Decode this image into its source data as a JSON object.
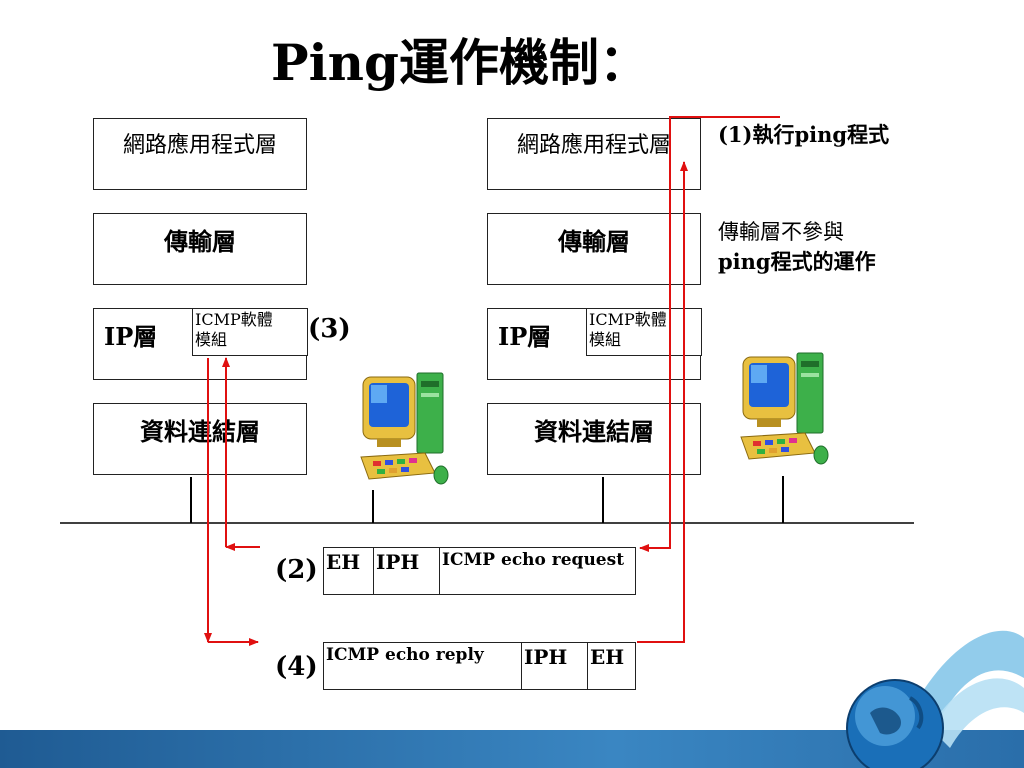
{
  "title": "Ping運作機制：",
  "left_stack": {
    "app_layer": "網路應用程式層",
    "transport_layer": "傳輸層",
    "ip_layer": "IP層",
    "icmp_module_line1": "ICMP軟體",
    "icmp_module_line2": "模組",
    "datalink_layer": "資料連結層"
  },
  "right_stack": {
    "app_layer": "網路應用程式層",
    "transport_layer": "傳輸層",
    "ip_layer": "IP層",
    "icmp_module_line1": "ICMP軟體",
    "icmp_module_line2": "模組",
    "datalink_layer": "資料連結層"
  },
  "annotations": {
    "step1": "(1)執行ping程式",
    "transport_note_line1": "傳輸層不參與",
    "transport_note_line2": "ping程式的運作",
    "step2": "(2)",
    "step3": "(3)",
    "step4": "(4)"
  },
  "request_packet": [
    "EH",
    "IPH",
    "ICMP echo request"
  ],
  "reply_packet": [
    "ICMP echo reply",
    "IPH",
    "EH"
  ],
  "colors": {
    "arrow": "#e01010",
    "footer": "#2a6eaa"
  },
  "icons": [
    "computer-icon",
    "globe-logo-icon"
  ]
}
